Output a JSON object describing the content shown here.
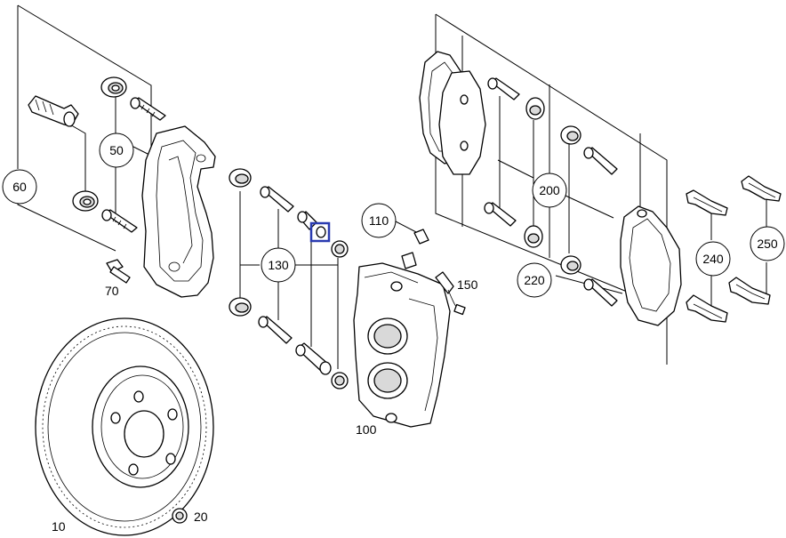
{
  "callouts": {
    "c10": "10",
    "c20": "20",
    "c50": "50",
    "c60": "60",
    "c70": "70",
    "c100": "100",
    "c110": "110",
    "c130": "130",
    "c150": "150",
    "c200": "200",
    "c220": "220",
    "c240": "240",
    "c250": "250"
  },
  "colors": {
    "line": "#000000",
    "highlight": "#2a3bb0",
    "background": "#ffffff"
  }
}
